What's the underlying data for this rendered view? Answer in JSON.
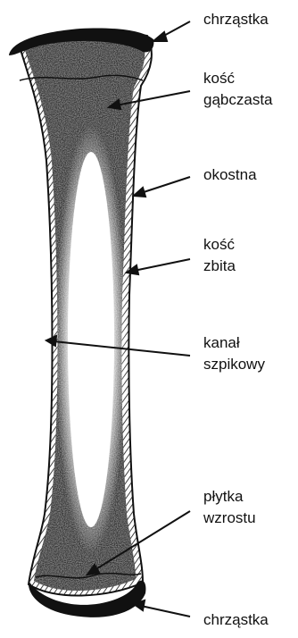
{
  "labels": {
    "cartilage_top": "chrząstka",
    "spongy_bone": [
      "kość",
      "gąbczasta"
    ],
    "periosteum": "okostna",
    "compact_bone": [
      "kość",
      "zbita"
    ],
    "marrow_canal": [
      "kanał",
      "szpikowy"
    ],
    "growth_plate": [
      "płytka",
      "wzrostu"
    ],
    "cartilage_bottom": "chrząstka"
  },
  "colors": {
    "ink": "#111111",
    "spongy_fill": "#8a8a8a",
    "canal_fill": "#ffffff"
  }
}
